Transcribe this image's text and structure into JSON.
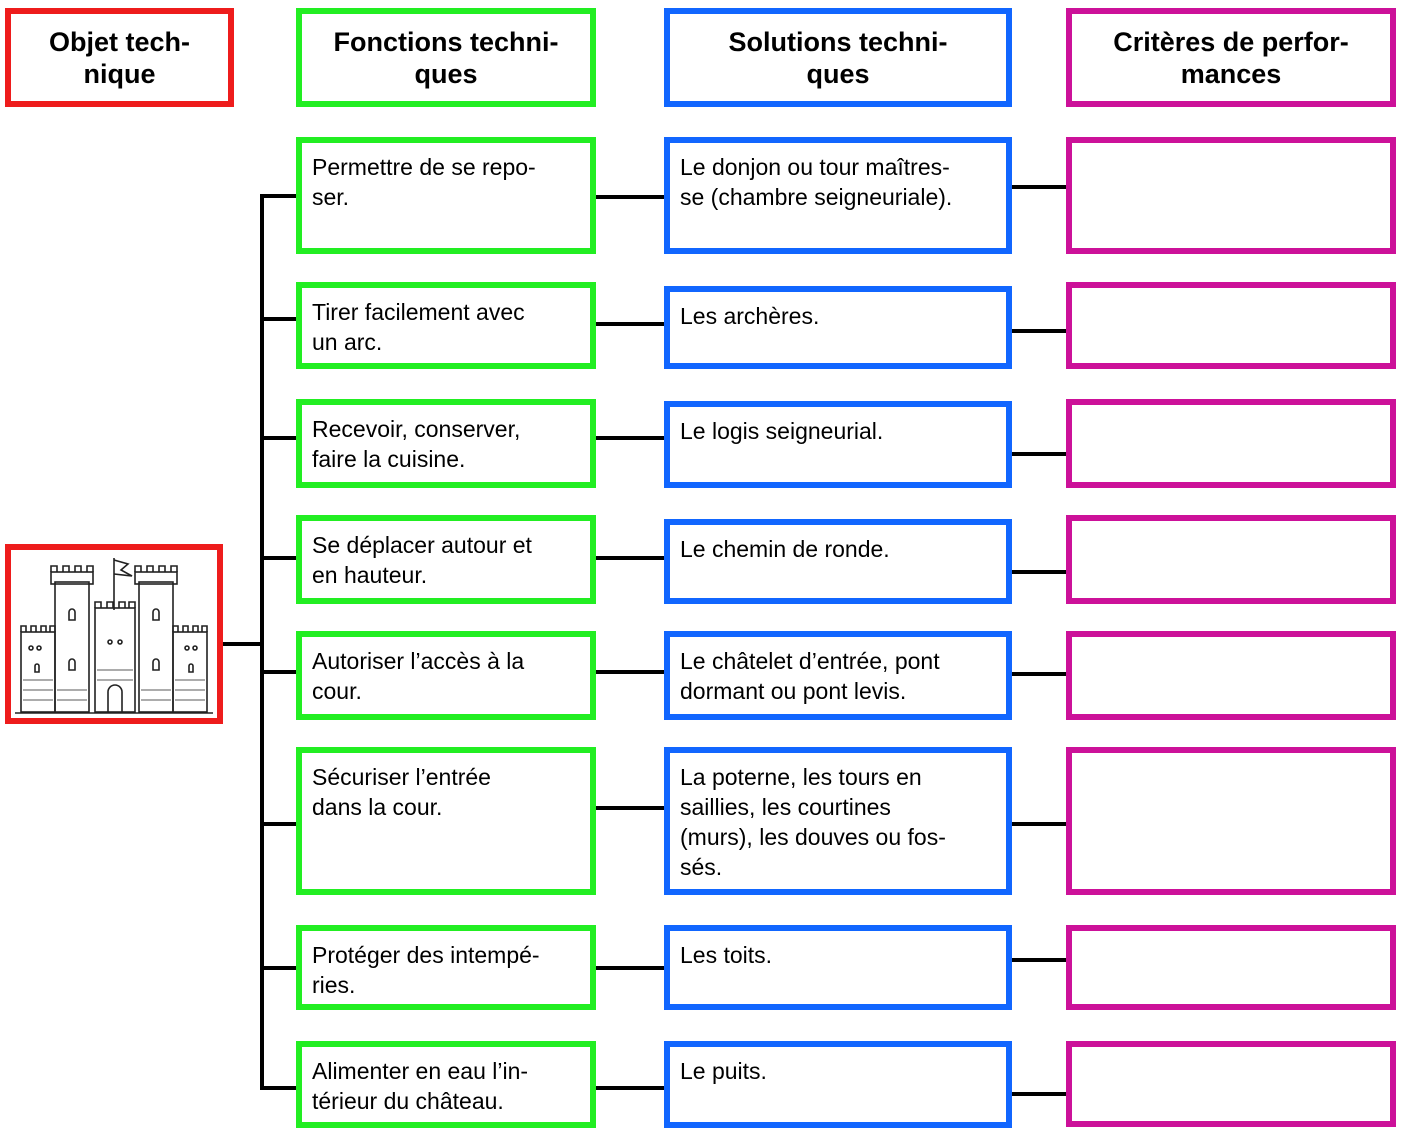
{
  "headers": {
    "objet": "Objet tech-\nnique",
    "fonctions": "Fonctions techni-\nques",
    "solutions": "Solutions techni-\nques",
    "criteres": "Critères de perfor-\nmances"
  },
  "object_image": "castle-illustration",
  "rows": [
    {
      "fonction": "Permettre de se repo-\nser.",
      "solution": "Le donjon ou tour maîtres-\nse (chambre seigneuriale).",
      "critere": ""
    },
    {
      "fonction": "Tirer facilement avec\nun arc.",
      "solution": "Les archères.",
      "critere": ""
    },
    {
      "fonction": "Recevoir, conserver,\nfaire la cuisine.",
      "solution": "Le logis seigneurial.",
      "critere": ""
    },
    {
      "fonction": "Se déplacer autour et\nen hauteur.",
      "solution": "Le chemin de ronde.",
      "critere": ""
    },
    {
      "fonction": "Autoriser l’accès à la\ncour.",
      "solution": "Le châtelet d’entrée, pont\ndormant ou pont levis.",
      "critere": ""
    },
    {
      "fonction": "Sécuriser l’entrée\ndans la cour.",
      "solution": "La poterne, les tours en\nsaillies, les courtines\n(murs), les douves ou fos-\nsés.",
      "critere": ""
    },
    {
      "fonction": "Protéger des intempé-\nries.",
      "solution": "Les toits.",
      "critere": ""
    },
    {
      "fonction": "Alimenter en eau l’in-\ntérieur du château.",
      "solution": "Le puits.",
      "critere": ""
    }
  ],
  "colors": {
    "objet": "#ee1c1c",
    "fonctions": "#22ee22",
    "solutions": "#1166ff",
    "criteres": "#cc1199"
  }
}
